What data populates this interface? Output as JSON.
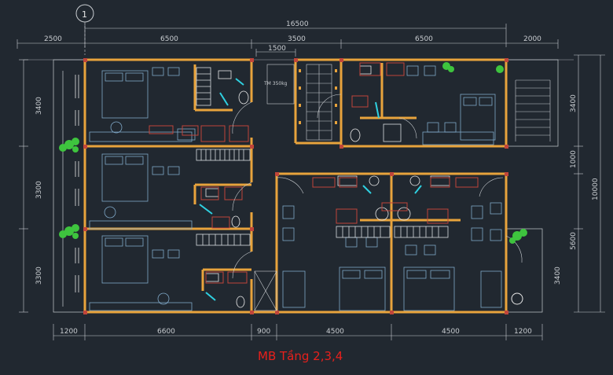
{
  "caption": "MB Tầng 2,3,4",
  "grid_axis_label": "1",
  "stair_note": "TM 350kg",
  "dimensions": {
    "top_total": "16500",
    "top": [
      "2500",
      "6500",
      "3500",
      "6500",
      "2000"
    ],
    "corridor": "1500",
    "bottom": [
      "1200",
      "6600",
      "900",
      "4500",
      "4500",
      "1200"
    ],
    "left": [
      "3400",
      "3300",
      "3300"
    ],
    "right": [
      "3400",
      "1000",
      "5600",
      "3400"
    ],
    "right_total": "10000"
  },
  "colors": {
    "background": "#212830",
    "walls": "#e8a33c",
    "furniture": "#7fa8c8",
    "fixtures": "#d8dde2",
    "accent_red": "#c0453a",
    "plants": "#3ec43e",
    "cyan": "#2fd0e0",
    "caption": "#e8201c"
  }
}
